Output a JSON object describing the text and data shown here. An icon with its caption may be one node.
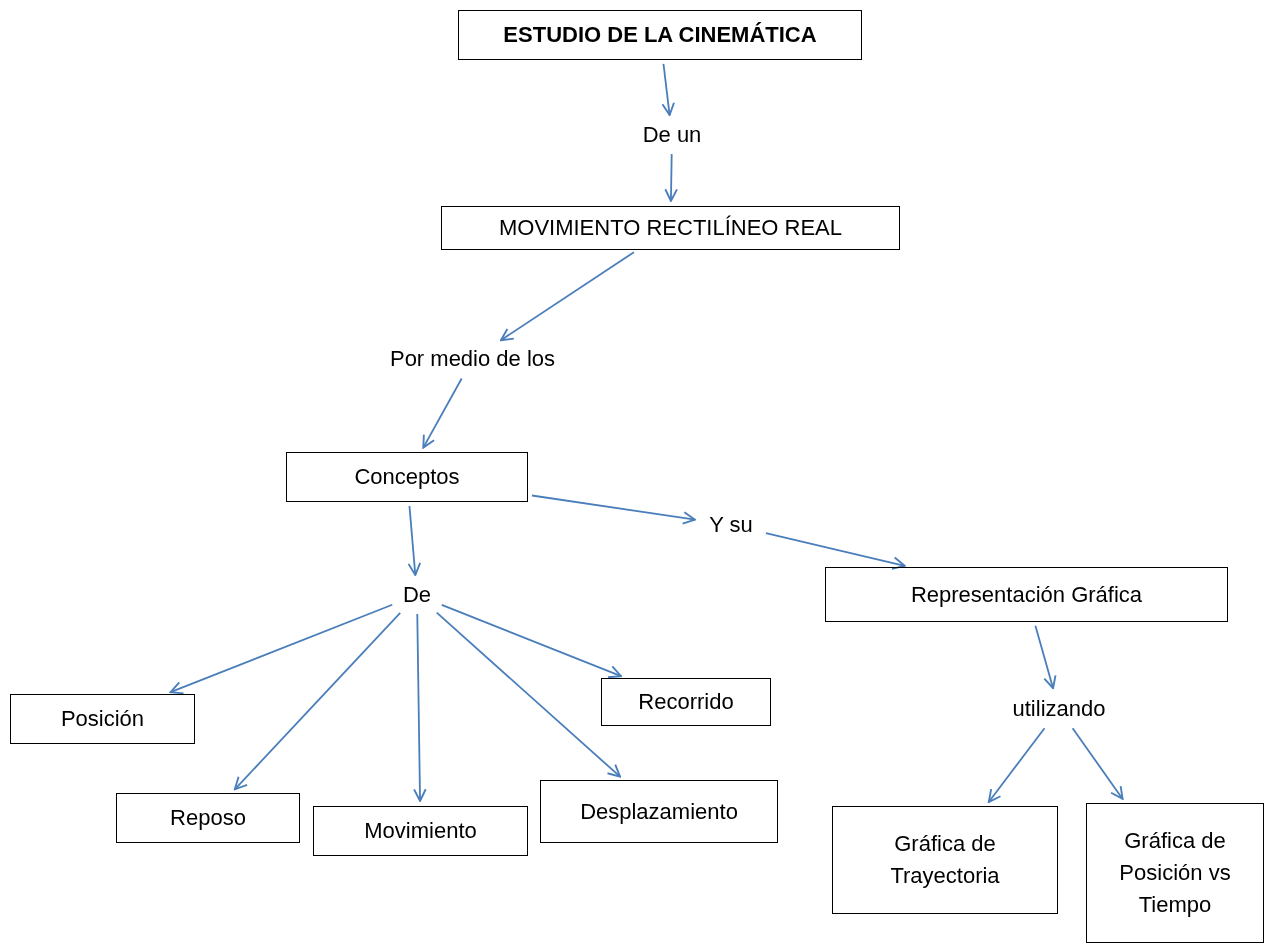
{
  "diagram": {
    "nodes": [
      {
        "text": [
          "ESTUDIO DE LA CINEMÁTICA"
        ]
      },
      {
        "text": [
          "De un"
        ]
      },
      {
        "text": [
          "MOVIMIENTO RECTILÍNEO REAL"
        ]
      },
      {
        "text": [
          "Por medio de los"
        ]
      },
      {
        "text": [
          "Conceptos"
        ]
      },
      {
        "text": [
          "Y su"
        ]
      },
      {
        "text": [
          "De"
        ]
      },
      {
        "text": [
          "Representación Gráfica"
        ]
      },
      {
        "text": [
          "Posición"
        ]
      },
      {
        "text": [
          "Recorrido"
        ]
      },
      {
        "text": [
          "utilizando"
        ]
      },
      {
        "text": [
          "Reposo"
        ]
      },
      {
        "text": [
          "Movimiento"
        ]
      },
      {
        "text": [
          "Desplazamiento"
        ]
      },
      {
        "text": [
          "Gráfica de Trayectoria"
        ]
      },
      {
        "text": [
          "Gráfica de Posición vs Tiempo"
        ]
      }
    ],
    "edges": [
      {
        "from": 0,
        "to": 1,
        "arrow": "to"
      },
      {
        "from": 1,
        "to": 2,
        "arrow": "to"
      },
      {
        "from": 2,
        "to": 3,
        "arrow": "to"
      },
      {
        "from": 3,
        "to": 4,
        "arrow": "to"
      },
      {
        "from": 4,
        "to": 5,
        "arrow": "to"
      },
      {
        "from": 5,
        "to": 7,
        "arrow": "to"
      },
      {
        "from": 4,
        "to": 6,
        "arrow": "to"
      },
      {
        "from": 6,
        "to": 8,
        "arrow": "to"
      },
      {
        "from": 6,
        "to": 11,
        "arrow": "to"
      },
      {
        "from": 6,
        "to": 12,
        "arrow": "to"
      },
      {
        "from": 6,
        "to": 13,
        "arrow": "to"
      },
      {
        "from": 6,
        "to": 9,
        "arrow": "to"
      },
      {
        "from": 7,
        "to": 10,
        "arrow": "to"
      },
      {
        "from": 10,
        "to": 14,
        "arrow": "to"
      },
      {
        "from": 10,
        "to": 15,
        "arrow": "to"
      }
    ]
  }
}
